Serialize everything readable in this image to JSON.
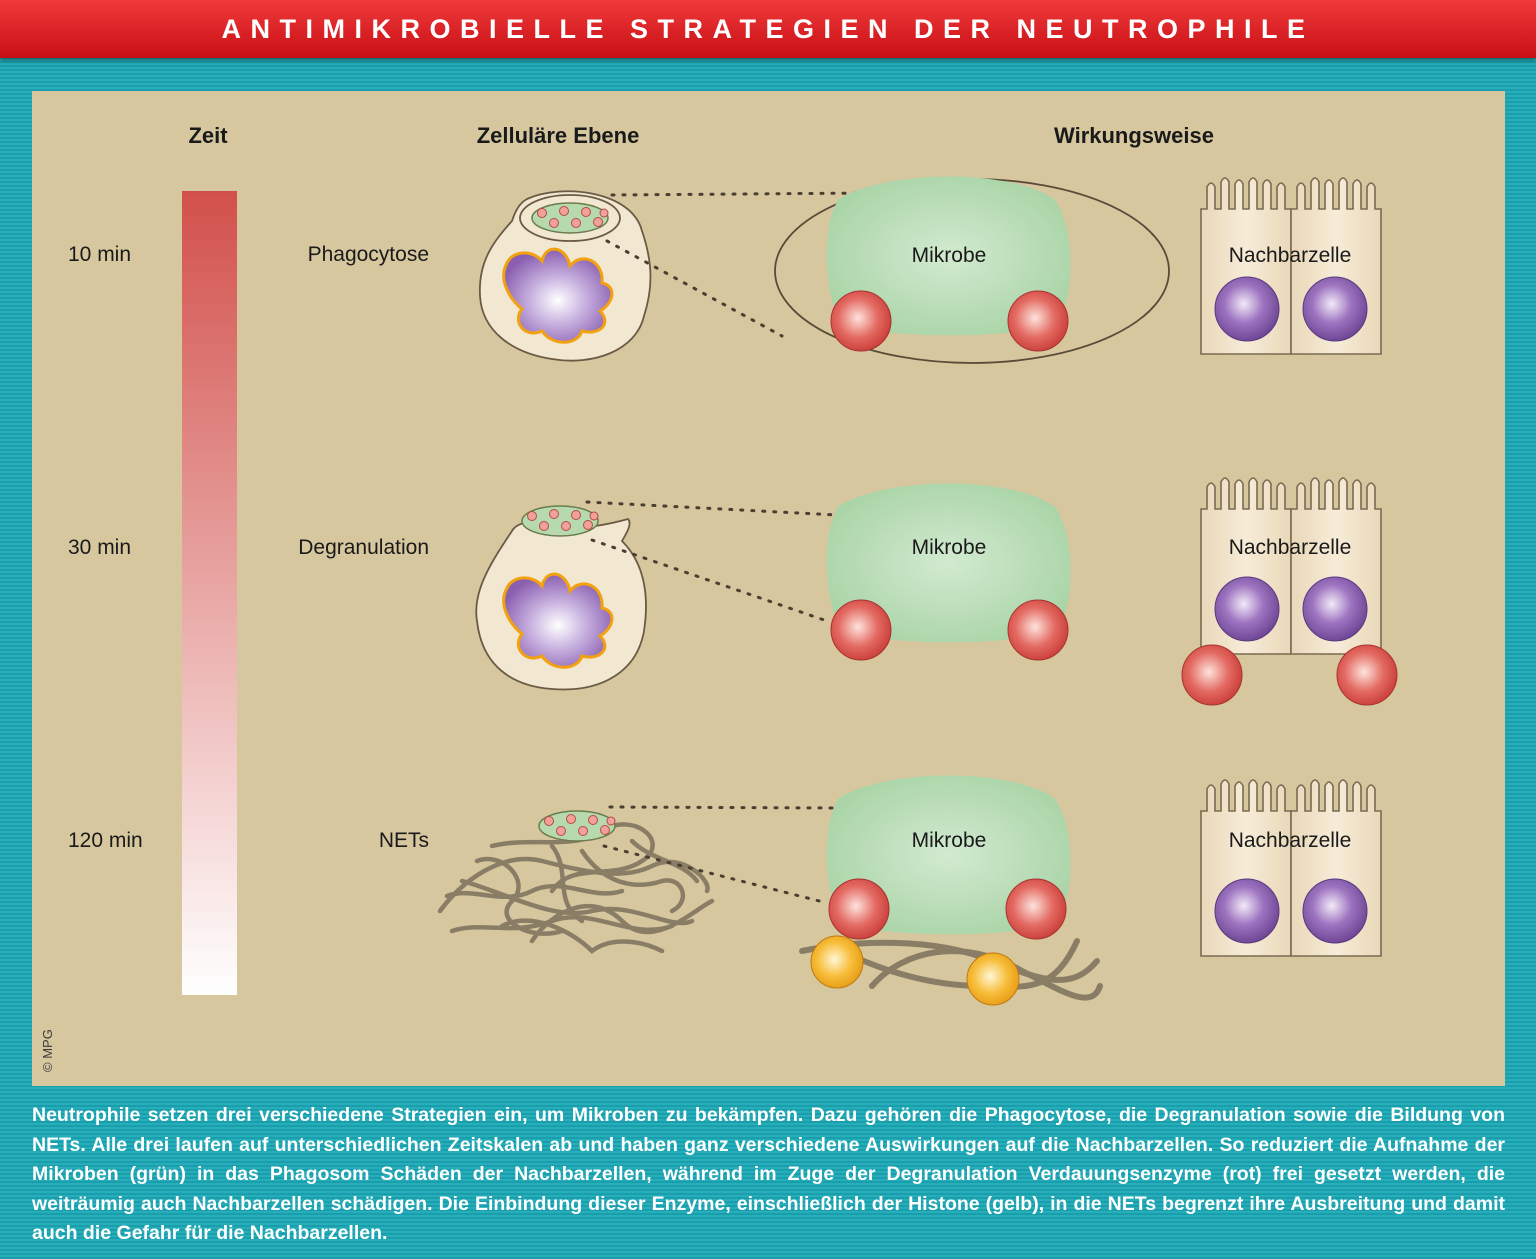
{
  "title": "ANTIMIKROBIELLE STRATEGIEN DER NEUTROPHILE",
  "columns": {
    "time": "Zeit",
    "cell_level": "Zelluläre Ebene",
    "mode_of_action": "Wirkungsweise"
  },
  "rows": [
    {
      "time": "10 min",
      "strategy": "Phagocytose",
      "microbe": "Mikrobe",
      "neighbor": "Nachbarzelle"
    },
    {
      "time": "30 min",
      "strategy": "Degranulation",
      "microbe": "Mikrobe",
      "neighbor": "Nachbarzelle"
    },
    {
      "time": "120 min",
      "strategy": "NETs",
      "microbe": "Mikrobe",
      "neighbor": "Nachbarzelle"
    }
  ],
  "copyright": "© MPG",
  "caption": "Neutrophile setzen drei verschiedene Strategien ein, um Mikroben zu bekämpfen. Dazu gehören die Phagocytose, die Degranulation sowie die Bildung von NETs. Alle drei laufen auf unterschiedlichen Zeitskalen ab und haben ganz verschiedene Auswirkungen auf die Nachbarzellen. So reduziert die Aufnahme der Mikroben (grün) in das Phagosom Schäden der Nachbarzellen, während im Zuge der Degranulation Verdauungsenzyme (rot) frei gesetzt werden, die weiträumig auch Nachbarzellen schädigen. Die Einbindung dieser Enzyme, einschließlich der Histone (gelb), in die NETs begrenzt ihre Ausbreitung und damit auch die Gefahr für die Nachbarzellen.",
  "colors": {
    "title_bar": "#d81c20",
    "background": "#1fa3b1",
    "panel": "#d6c79f",
    "microbe": "#a8d4a6",
    "enzyme": "#d94848",
    "histone": "#f5b325",
    "nucleus": "#8a5fb0",
    "neighbor_cell": "#efe0c6",
    "net_fiber": "#8a7d66",
    "time_bar_top": "#d2504b",
    "time_bar_bottom": "#ffffff"
  }
}
